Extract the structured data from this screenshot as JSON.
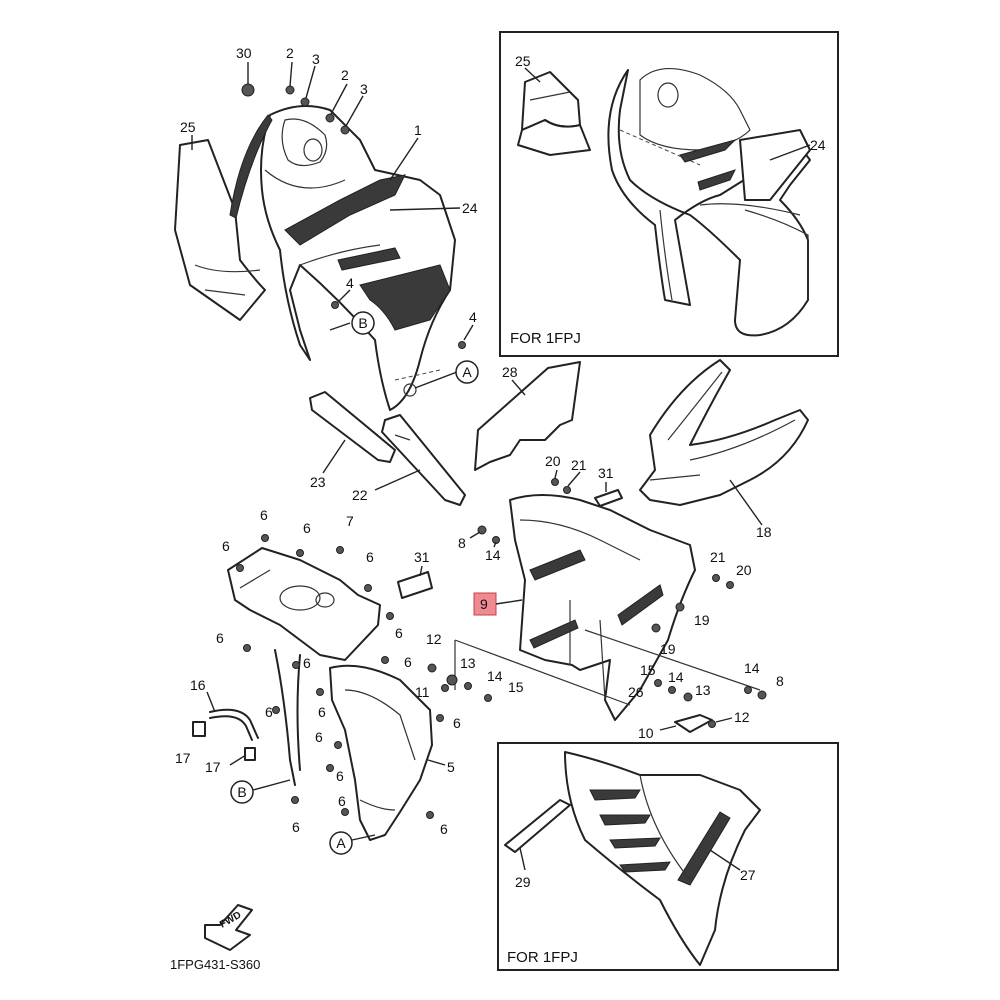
{
  "diagram_code": "1FPG431-S360",
  "fwd_label": "FWD",
  "inset_top": {
    "label": "FOR 1FPJ",
    "callouts": [
      "25",
      "24"
    ]
  },
  "inset_bottom": {
    "label": "FOR 1FPJ",
    "callouts": [
      "29",
      "27"
    ]
  },
  "highlighted_part": "9",
  "references": {
    "a": "A",
    "b": "B"
  },
  "callouts": {
    "c30": "30",
    "c2a": "2",
    "c3a": "3",
    "c2b": "2",
    "c3b": "3",
    "c1": "1",
    "c25": "25",
    "c24": "24",
    "c4a": "4",
    "c4b": "4",
    "c28": "28",
    "c23": "23",
    "c22": "22",
    "c20a": "20",
    "c21a": "21",
    "c31a": "31",
    "c18": "18",
    "c8a": "8",
    "c14a": "14",
    "c9": "9",
    "c21b": "21",
    "c20b": "20",
    "c19a": "19",
    "c19b": "19",
    "c6a": "6",
    "c6b": "6",
    "c7": "7",
    "c6c": "6",
    "c6d": "6",
    "c31b": "31",
    "c6e": "6",
    "c6f": "6",
    "c6g": "6",
    "c6h": "6",
    "c12a": "12",
    "c13a": "13",
    "c14b": "14",
    "c11": "11",
    "c15a": "15",
    "c15b": "15",
    "c14c": "14",
    "c26": "26",
    "c13b": "13",
    "c14d": "14",
    "c8b": "8",
    "c10": "10",
    "c12b": "12",
    "c16": "16",
    "c17a": "17",
    "c17b": "17",
    "c6i": "6",
    "c6j": "6",
    "c6k": "6",
    "c6l": "6",
    "c6m": "6",
    "c6n": "6",
    "c6o": "6",
    "c5": "5"
  }
}
